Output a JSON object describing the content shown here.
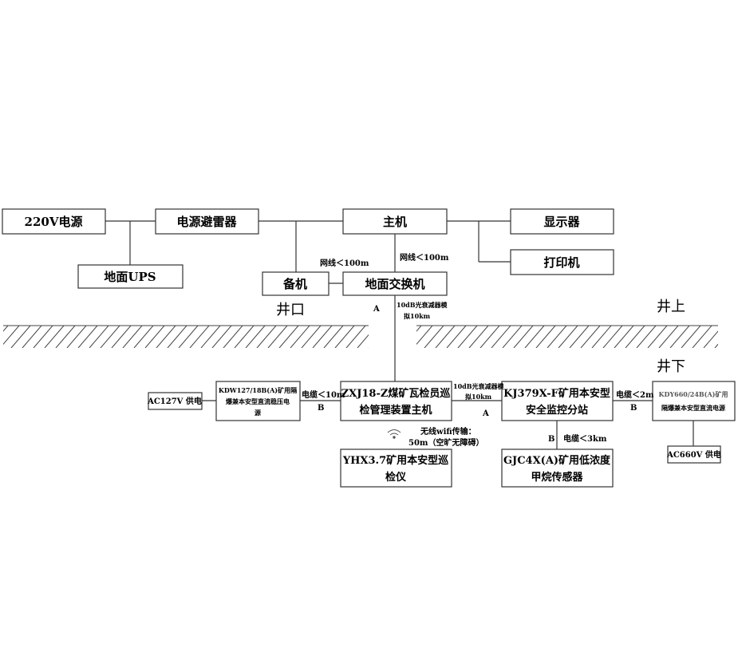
{
  "boxes": {
    "v220": "220V电源",
    "lightning": "电源避雷器",
    "host": "主机",
    "display": "显示器",
    "ups": "地面UPS",
    "printer": "打印机",
    "standby": "备机",
    "switch": "地面交换机",
    "ac127": "AC127V 供电",
    "kdw_line1": "KDW127/18B(A)矿用隔",
    "kdw_line2": "爆兼本安型直流稳压电",
    "kdw_line3": "源",
    "zxj_line1": "ZXJ18-Z煤矿瓦检员巡",
    "zxj_line2": "检管理装置主机",
    "kj_line1": "KJ379X-F矿用本安型",
    "kj_line2": "安全监控分站",
    "kdy_line1": "KDY660/24B(A)矿用",
    "kdy_line2": "隔爆兼本安型直流电源",
    "ac660": "AC660V 供电",
    "yhx_line1": "YHX3.7矿用本安型巡",
    "yhx_line2": "检仪",
    "gjc_line1": "GJC4X(A)矿用低浓度",
    "gjc_line2": "甲烷传感器"
  },
  "labels": {
    "net1": "网线＜100m",
    "net2": "网线＜100m",
    "fiber1_line1": "10dB光衰减器模",
    "fiber1_line2": "拟10km",
    "fiber2_line1": "10dB光衰减器模",
    "fiber2_line2": "拟10km",
    "cable10": "电缆＜10m",
    "cable2": "电缆＜2m",
    "cable3k": "电缆＜3km",
    "wifi_line1": "无线wifi传输：",
    "wifi_line2": "50m（空旷无障碍）",
    "port_a1": "A",
    "port_a2": "A",
    "port_b1": "B",
    "port_b2": "B",
    "port_b3": "B"
  },
  "zones": {
    "shaft": "井口",
    "above": "井上",
    "below": "井下"
  },
  "icons": {
    "wifi": "wifi-icon",
    "ground": "ground-hatch"
  }
}
